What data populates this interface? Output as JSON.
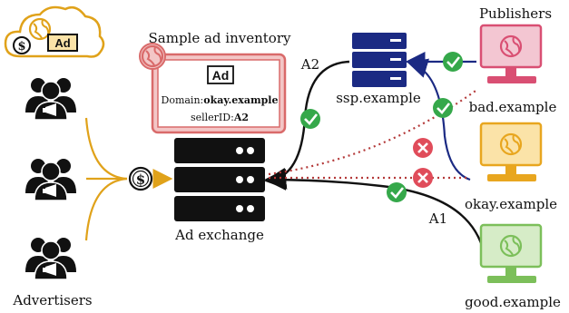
{
  "labels": {
    "publishers": "Publishers",
    "sample_ad_inventory": "Sample ad inventory",
    "ssp": "ssp.example",
    "bad": "bad.example",
    "okay": "okay.example",
    "good": "good.example",
    "ad_exchange": "Ad exchange",
    "advertisers": "Advertisers",
    "path_a1": "A1",
    "path_a2": "A2"
  },
  "inventory": {
    "ad_badge": "Ad",
    "domain_label": "Domain:",
    "domain_value": "okay.example",
    "seller_label": "sellerID:",
    "seller_value": "A2"
  },
  "cloud": {
    "currency_symbol": "$",
    "ad_badge": "Ad"
  },
  "money_symbol": "$",
  "colors": {
    "gold": "#e0a21a",
    "navy": "#1b2a83",
    "red_dotted": "#b43a3a",
    "check_green": "#35a84a",
    "cross_red": "#e04c5a",
    "pink_fill": "#f3c6c6",
    "pink_stroke": "#d96a6a",
    "bad_monitor": "#d94f73",
    "okay_monitor": "#e8a61f",
    "good_monitor": "#7cbf5a"
  }
}
